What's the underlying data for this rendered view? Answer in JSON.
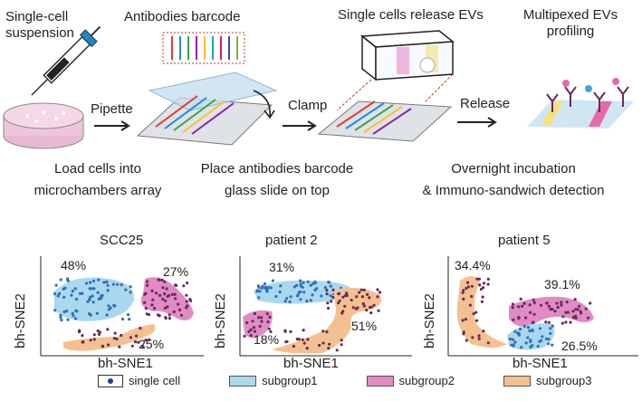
{
  "workflow": {
    "top_labels": [
      "Single-cell\nsuspension",
      "Antibodies barcode",
      "Single cells release EVs",
      "Multipexed EVs\nprofiling"
    ],
    "arrow_labels": [
      "Pipette",
      "Clamp",
      "Release"
    ],
    "bottom_labels": [
      "Load cells into\nmicrochambers array",
      "Place antibodies barcode\nglass slide on top",
      "Overnight incubation\n& Immuno-sandwich detection"
    ]
  },
  "panels": [
    {
      "title": "SCC25",
      "ylabel": "bh-SNE2",
      "xlabel": "bh-SNE1",
      "pcts": [
        "48%",
        "27%",
        "25%"
      ]
    },
    {
      "title": "patient 2",
      "ylabel": "bh-SNE2",
      "xlabel": "bh-SNE1",
      "pcts": [
        "31%",
        "51%",
        "18%"
      ]
    },
    {
      "title": "patient 5",
      "ylabel": "bh-SNE2",
      "xlabel": "bh-SNE1",
      "pcts": [
        "34.4%",
        "39.1%",
        "26.5%"
      ]
    }
  ],
  "legend": {
    "items": [
      "single cell",
      "subgroup1",
      "subgroup2",
      "subgroup3"
    ]
  },
  "colors": {
    "subgroup1": "#4a9fd6",
    "subgroup1_light": "#a9d8ef",
    "subgroup2": "#9b3a86",
    "subgroup2_light": "#e08bc3",
    "subgroup3": "#f3c190",
    "single_cell": "#1a3f8c"
  }
}
